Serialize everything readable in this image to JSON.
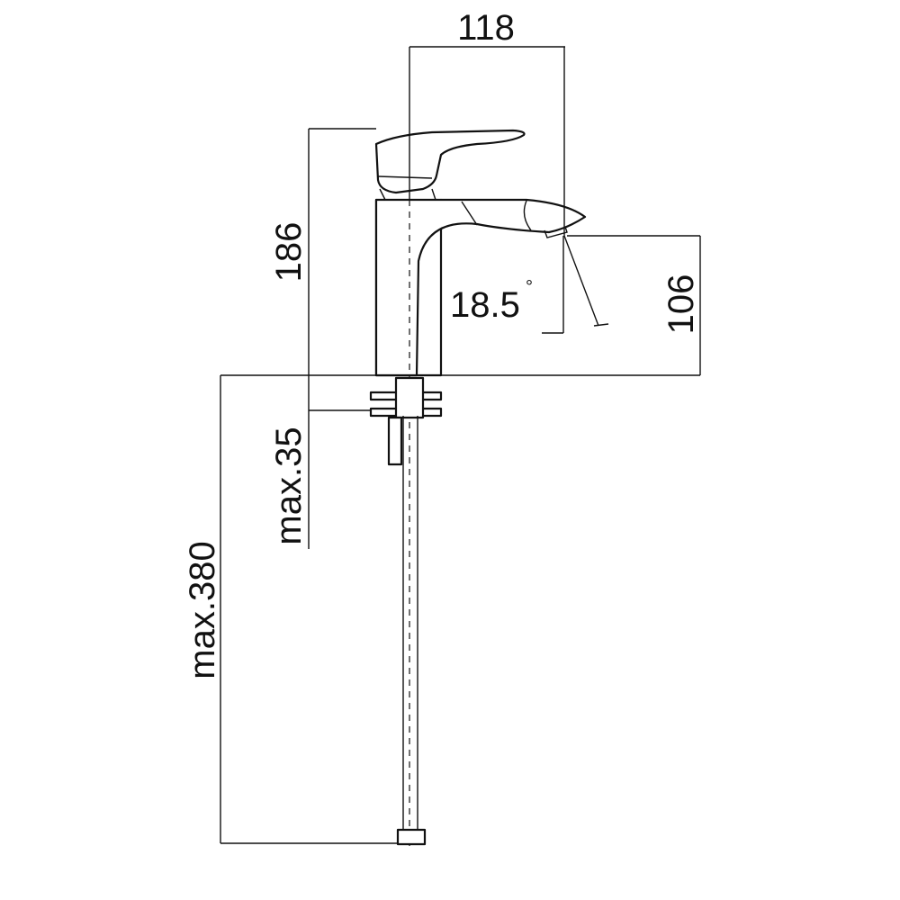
{
  "dimensions": {
    "spout_reach": "118",
    "total_height": "186",
    "spout_height": "106",
    "spray_angle": "18.5",
    "angle_unit": "°",
    "max_deck_thickness": "max.35",
    "max_hose_length": "max.380"
  },
  "colors": {
    "line": "#111111",
    "background": "#ffffff"
  }
}
